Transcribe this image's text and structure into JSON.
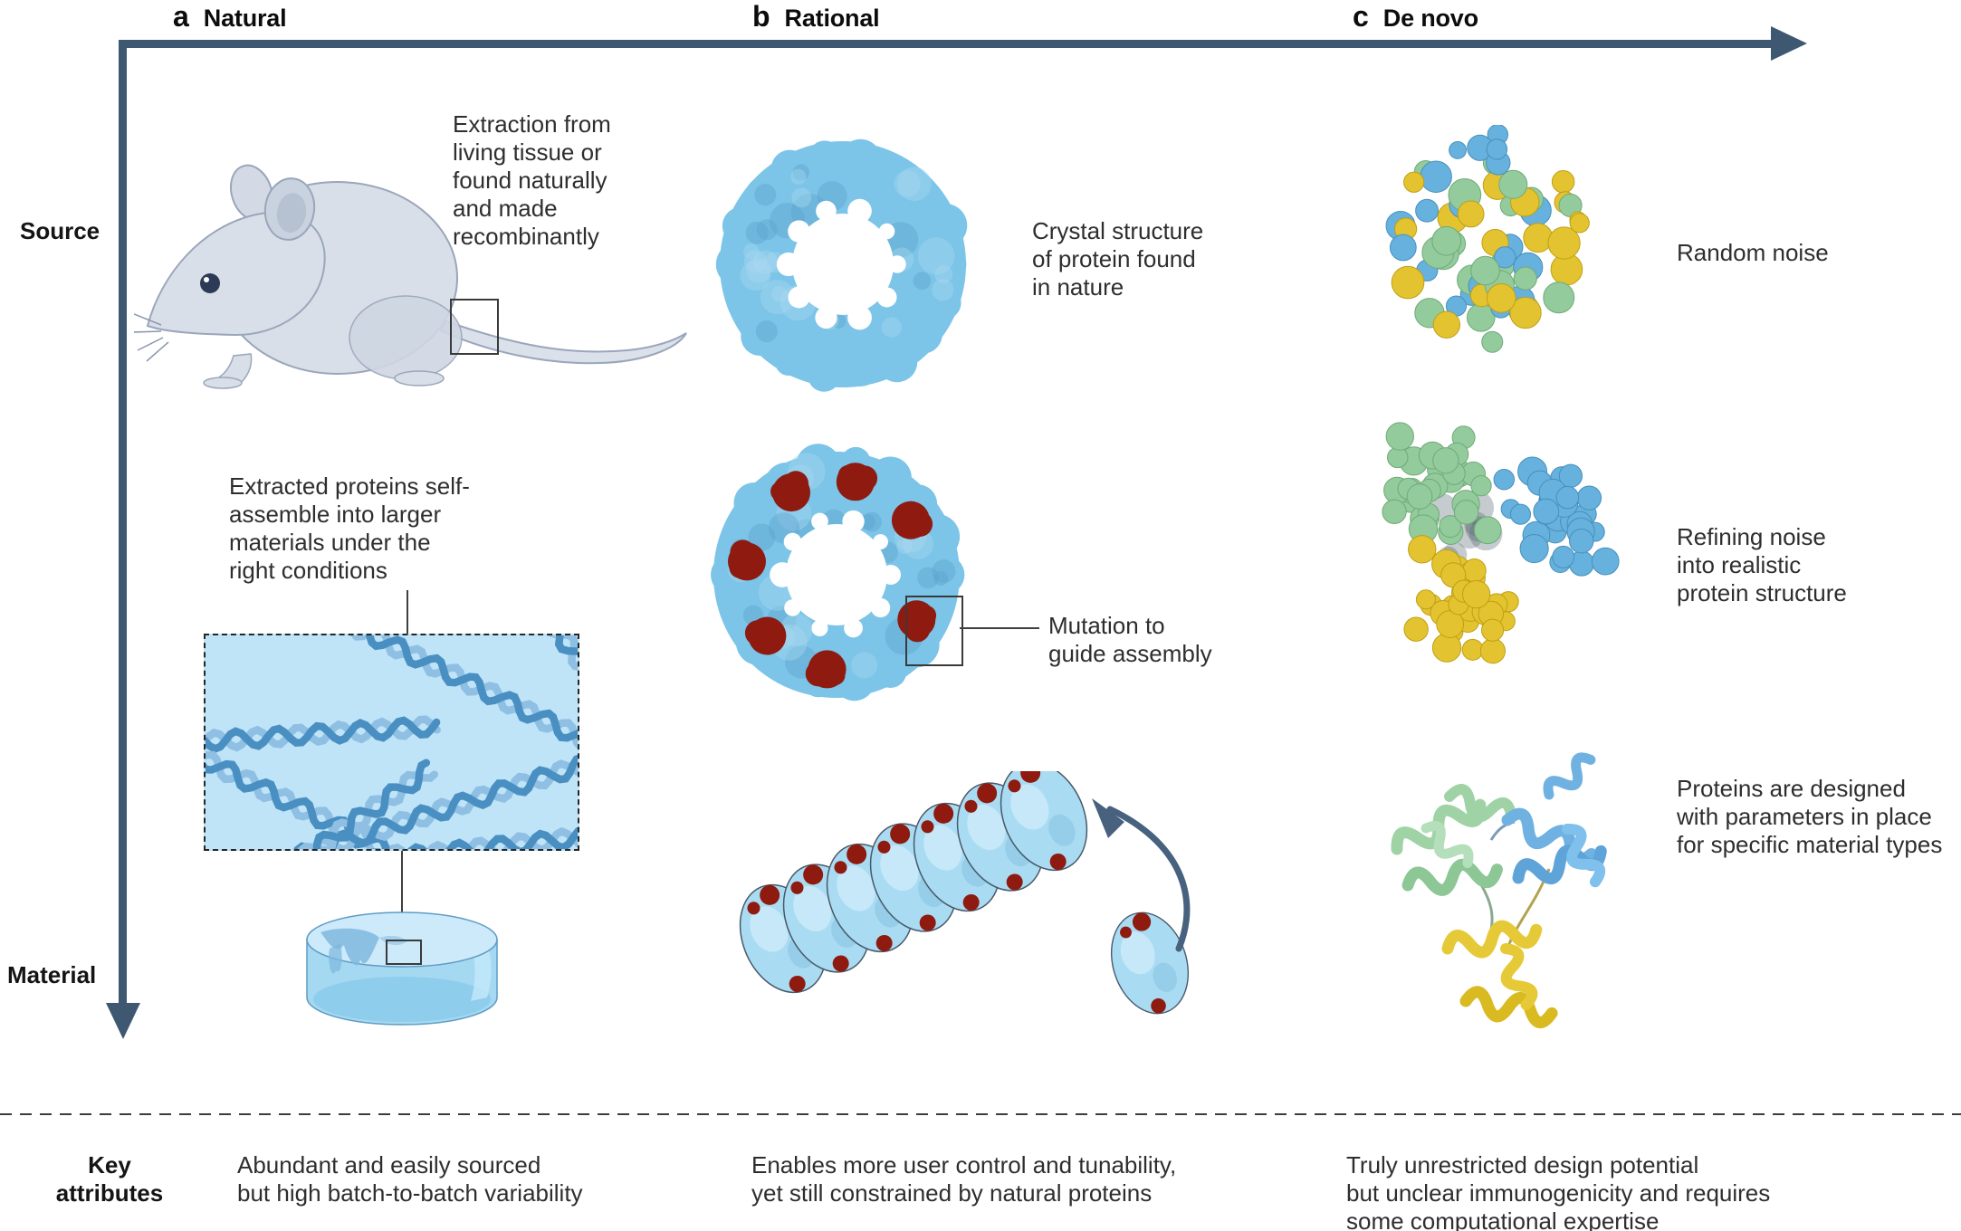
{
  "panels": [
    {
      "letter": "a",
      "title": "Natural"
    },
    {
      "letter": "b",
      "title": "Rational"
    },
    {
      "letter": "c",
      "title": "De novo"
    }
  ],
  "axis": {
    "top_label": "Source",
    "bottom_label": "Material"
  },
  "annotations": {
    "extraction": "Extraction from\nliving tissue or\nfound naturally\nand made\nrecombinantly",
    "self_assembly": "Extracted proteins self-\nassemble into larger\nmaterials under the\nright conditions",
    "crystal": "Crystal structure\nof protein found\nin nature",
    "mutation": "Mutation to\nguide assembly",
    "random_noise": "Random noise",
    "refining": "Refining noise\ninto realistic\nprotein structure",
    "designed": "Proteins are designed\nwith parameters in place\nfor specific material types"
  },
  "key_attributes": {
    "heading": "Key\nattributes",
    "natural": "Abundant and easily sourced\nbut high batch-to-batch variability",
    "rational": "Enables more user control and tunability,\nyet still constrained by natural proteins",
    "de_novo": "Truly unrestricted design potential\nbut unclear immunogenicity and requires\nsome computational expertise"
  },
  "illustrations": {
    "mouse": "laboratory-mouse-illustration",
    "fiber_network": "protein-fiber-network-illustration",
    "material_dish": "protein-material-dish-illustration",
    "protein_ring": "protein-ring-crystal-structure-illustration",
    "protein_ring_mutated": "mutated-protein-ring-illustration",
    "filament_assembly": "protein-filament-assembly-illustration",
    "random_noise_cluster": "random-noise-spheres-illustration",
    "refined_cluster": "refined-protein-spheres-illustration",
    "ribbon_protein": "designed-ribbon-protein-illustration"
  },
  "colors": {
    "axis_arrow": "#3e5872",
    "protein_blue": "#7cc4e8",
    "mutation_red": "#8e1a10",
    "noise_yellow": "#e3c430",
    "noise_green": "#93cb9c",
    "noise_blue": "#66b1dd",
    "fiber_box_fill": "#bfe4f8"
  }
}
